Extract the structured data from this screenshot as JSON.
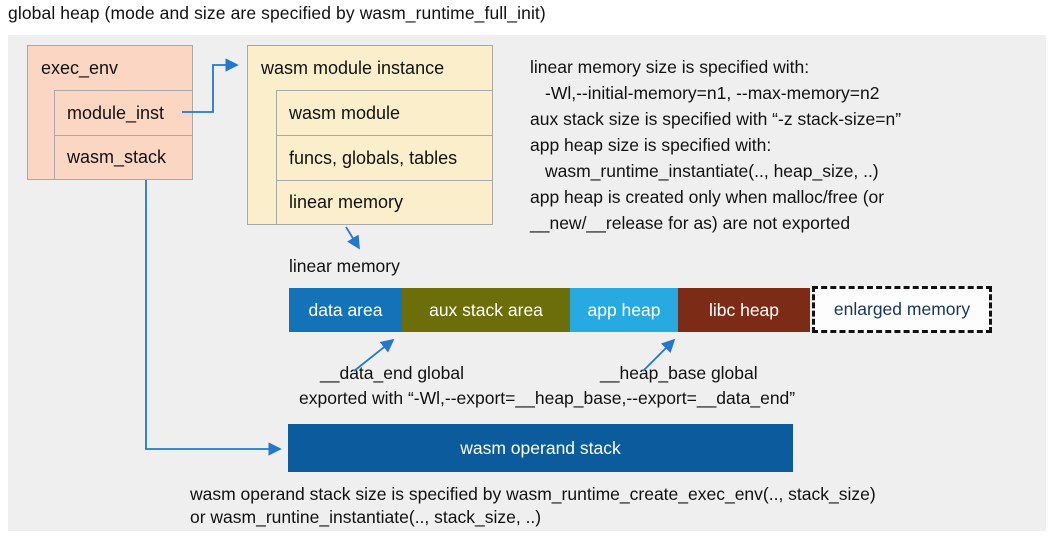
{
  "title": "global heap (mode and size are specified by wasm_runtime_full_init)",
  "exec_env_box": {
    "header": "exec_env",
    "rows": [
      "module_inst",
      "wasm_stack"
    ]
  },
  "module_instance_box": {
    "header": "wasm module instance",
    "rows": [
      "wasm module",
      "funcs, globals, tables",
      "linear memory"
    ]
  },
  "info_text": {
    "lines": [
      "linear memory size is specified with:",
      "-Wl,--initial-memory=n1, --max-memory=n2",
      "aux stack size is specified with “-z stack-size=n”",
      "app heap size is specified with:",
      "wasm_runtime_instantiate(.., heap_size, ..)",
      "app heap is created only when malloc/free (or",
      "__new/__release for as) are not exported"
    ]
  },
  "memory_bar": {
    "caption": "linear memory",
    "segments": [
      {
        "label": "data area",
        "color": "#1472b8"
      },
      {
        "label": "aux stack area",
        "color": "#6c6e09"
      },
      {
        "label": "app heap",
        "color": "#27aae1"
      },
      {
        "label": "libc heap",
        "color": "#7c2b16"
      },
      {
        "label": "enlarged memory",
        "color": "#fdfdfd",
        "text_color": "#16365c"
      }
    ]
  },
  "annotations": {
    "data_end": "__data_end global",
    "heap_base": "__heap_base global",
    "export_line": "exported with “-Wl,--export=__heap_base,--export=__data_end”"
  },
  "operand_stack": {
    "label": "wasm operand stack"
  },
  "footer": {
    "lines": [
      "wasm operand stack size is specified by wasm_runtime_create_exec_env(.., stack_size)",
      "or wasm_runtine_instantiate(.., stack_size, ..)"
    ]
  },
  "colors": {
    "panel_bg": "#efefef",
    "exec_env_fill": "#fbd7c3",
    "module_instance_fill": "#fbeecb",
    "box_border": "#a8a8a8",
    "arrow": "#2577cd",
    "operand_stack_fill": "#0b5b9d"
  }
}
